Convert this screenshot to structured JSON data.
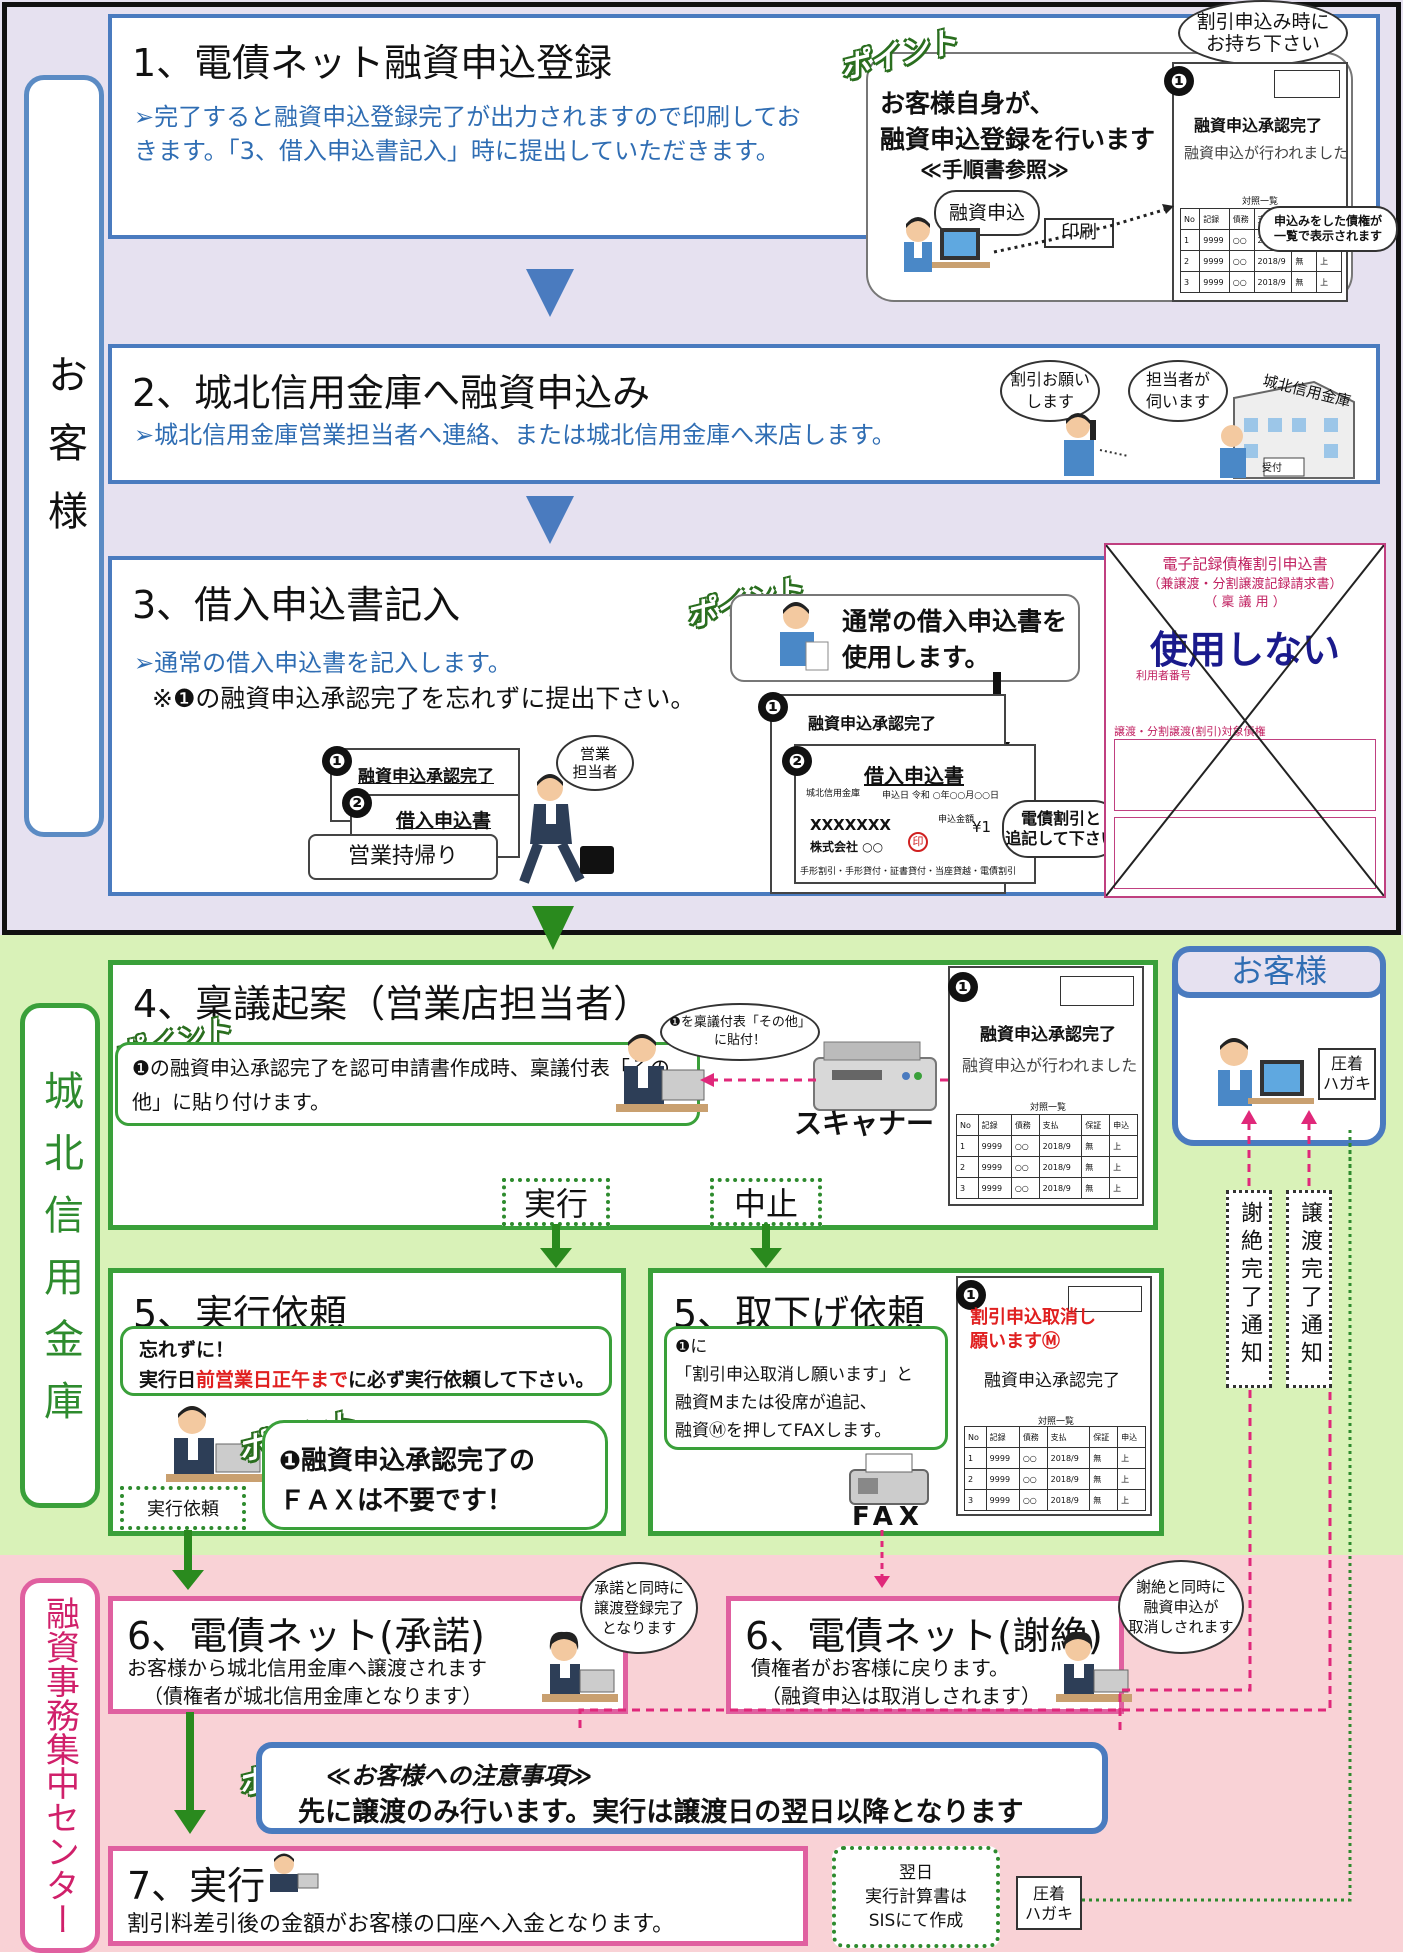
{
  "sidebars": {
    "customer": "お客様",
    "bank": "城北信用金庫",
    "center": "融資事務集中センター"
  },
  "point_label": "ポイント",
  "step1": {
    "title": "1、電債ネット融資申込登録",
    "desc": "➢完了すると融資申込登録完了が出力されますので印刷しておきます。「3、借入申込書記入」時に提出していただきます。",
    "bring_bubble": "割引申込み時に\nお持ち下さい",
    "point_text": "お客様自身が、\n融資申込登録を行います",
    "manual_ref": "≪手順書参照≫",
    "apply_bubble": "融資申込",
    "print_label": "印刷",
    "list_note": "申込みをした債権が\n一覧で表示されます"
  },
  "approval_doc": {
    "badge": "❶",
    "title": "融資申込承認完了",
    "sub": "融資申込が行われました",
    "list_title": "対照一覧",
    "headers": [
      "No",
      "記録",
      "債務",
      "支払",
      "保証",
      "申込"
    ],
    "rows": [
      [
        "1",
        "9999",
        "○○",
        "2018/9",
        "無",
        "上"
      ],
      [
        "2",
        "9999",
        "○○",
        "2018/9",
        "無",
        "上"
      ],
      [
        "3",
        "9999",
        "○○",
        "2018/9",
        "無",
        "上"
      ]
    ]
  },
  "step2": {
    "title": "2、城北信用金庫へ融資申込み",
    "desc": "➢城北信用金庫営業担当者へ連絡、または城北信用金庫へ来店します。",
    "bubble_customer": "割引お願い\nします",
    "bubble_staff": "担当者が\n伺います",
    "building_sign": "城北信用金庫",
    "desk_sign": "受付"
  },
  "step3": {
    "title": "3、借入申込書記入",
    "desc1": "➢通常の借入申込書を記入します。",
    "desc2": "※❶の融資申込承認完了を忘れずに提出下さい。",
    "point_text": "通常の借入申込書を\n使用します。",
    "stack1": "融資申込承認完了",
    "stack2": "借入申込書",
    "stack3": "営業持帰り",
    "staff_bubble": "営業\n担当者",
    "doc_title": "借入申込書",
    "doc_bank": "城北信用金庫",
    "doc_date": "申込日 令和 ○年○○月○○日",
    "doc_name": "XXXXXXX",
    "doc_company": "株式会社 ○○",
    "doc_seal": "印",
    "doc_amount_label": "申込金額",
    "doc_amount": "¥1",
    "doc_note": "電債割引と\n追記して下さい",
    "doc_footer": "手形割引・手形貸付・証書貸付・当座貸越・電債割引",
    "unused_title": "電子記録債権割引申込書",
    "unused_sub": "（兼譲渡・分割譲渡記録請求書）",
    "unused_sub2": "（ 稟 議 用 ）",
    "unused_stamp": "使用しない",
    "unused_user_no": "利用者番号",
    "unused_section": "譲渡・分割譲渡(割引)対象債権"
  },
  "step4": {
    "title": "4、稟議起案（営業店担当者）",
    "staff_bubble": "❶を稟議付表「その他」\nに貼付！",
    "desc": "❶の融資申込承認完了を認可申請書作成時、稟議付表「その他」に貼り付けます。",
    "scanner_label": "スキャナー",
    "execute": "実行",
    "cancel": "中止"
  },
  "customer_box": {
    "title": "お客様",
    "postcard": "圧着\nハガキ"
  },
  "notices": {
    "refuse": "謝絶完了通知",
    "transfer": "譲渡完了通知"
  },
  "step5a": {
    "title": "5、実行依頼",
    "note_line1": "忘れずに！",
    "note_line2_a": "実行日",
    "note_line2_red": "前営業日正午まで",
    "note_line2_b": "に必ず実行依頼して下さい。",
    "point_text": "❶融資申込承認完了の\nＦＡＸは不要です！",
    "request_label": "実行依頼"
  },
  "step5b": {
    "title": "5、取下げ依頼",
    "desc": "❶に\n「割引申込取消し願います」と\n融資Mまたは役席が追記、\n融資Ⓜを押してFAXします。",
    "doc_red": "割引申込取消し\n願いますⓂ",
    "fax_label": "FAX"
  },
  "step6a": {
    "title": "6、電債ネット(承諾)",
    "desc1": "お客様から城北信用金庫へ譲渡されます",
    "desc2": "（債権者が城北信用金庫となります）",
    "bubble": "承諾と同時に\n譲渡登録完了\nとなります"
  },
  "step6b": {
    "title": "6、電債ネット(謝絶)",
    "desc1": "債権者がお客様に戻ります。",
    "desc2": "（融資申込は取消しされます）",
    "bubble": "謝絶と同時に\n融資申込が\n取消しされます"
  },
  "caution": {
    "head": "≪お客様への注意事項≫",
    "body": "先に譲渡のみ行います。実行は譲渡日の翌日以降となります"
  },
  "step7": {
    "title": "7、実行",
    "desc": "割引料差引後の金額がお客様の口座へ入金となります。",
    "calc_note": "翌日\n実行計算書は\nSISにて作成",
    "postcard": "圧着\nハガキ"
  },
  "colors": {
    "band_customer": "#e6e1f0",
    "band_bank": "#d9f2b8",
    "band_center": "#f9d2d6",
    "arrow_blue": "#4a7bbf",
    "arrow_green": "#2a8a1e",
    "pink_line": "#e0287a"
  }
}
